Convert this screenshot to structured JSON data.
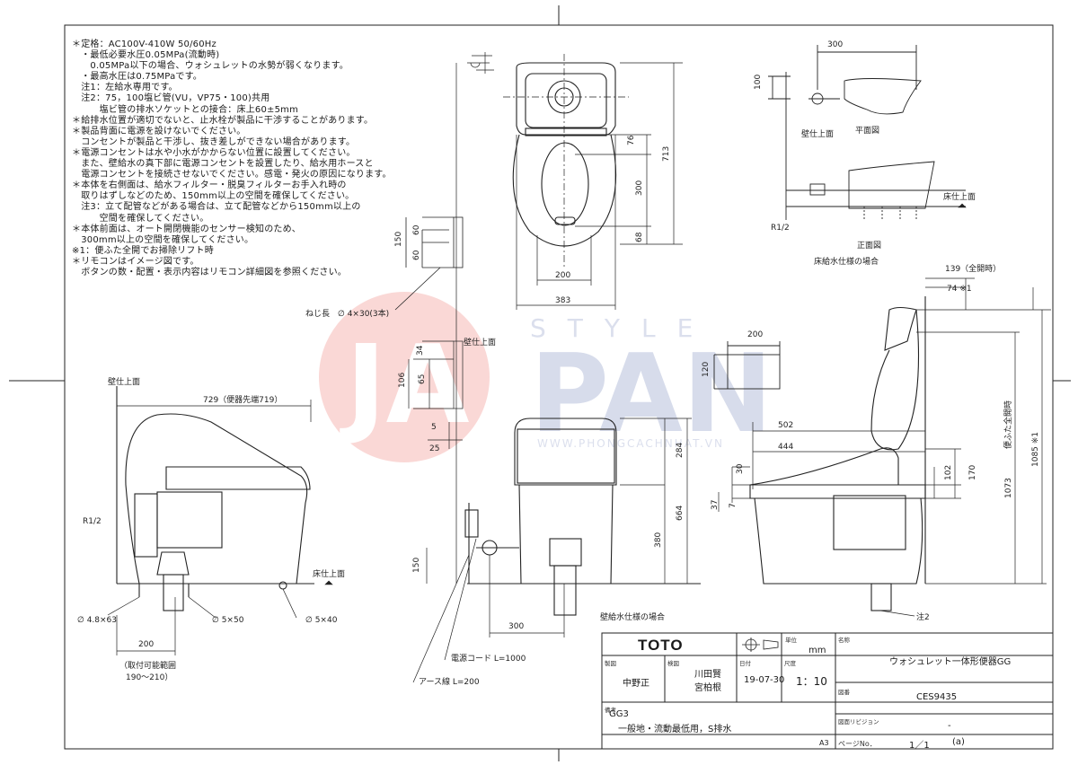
{
  "notes": [
    "＊定格：AC100V-410W 50/60Hz",
    "　・最低必要水圧0.05MPa(流動時)",
    "　　0.05MPa以下の場合、ウォシュレットの水勢が弱くなります。",
    "　・最高水圧は0.75MPaです。",
    "　注1：左給水専用です。",
    "　注2：75，100塩ビ管(VU，VP75・100)共用",
    "　　　塩ビ管の排水ソケットとの接合：床上60±5mm",
    "＊給排水位置が適切でないと、止水栓が製品に干渉することがあります。",
    "＊製品背面に電源を設けないでください。",
    "　コンセントが製品と干渉し、抜き差しができない場合があります。",
    "＊電源コンセントは水や小水がかからない位置に設置してください。",
    "　また、壁給水の真下部に電源コンセントを設置したり、給水用ホースと",
    "　電源コンセントを接続させないでください。感電・発火の原因になります。",
    "＊本体を右側面は、給水フィルター・脱臭フィルターお手入れ時の",
    "　取りはずしなどのため、150mm以上の空間を確保してください。",
    "　注3：立て配管などがある場合は、立て配管などから150mm以上の",
    "　　　空間を確保してください。",
    "＊本体前面は、オート開閉機能のセンサー検知のため、",
    "　300mm以上の空間を確保してください。",
    "※1：便ふた全開でお掃除リフト時",
    "＊リモコンはイメージ図です。",
    "　ボタンの数・配置・表示内容はリモコン詳細図を参照ください。"
  ],
  "labels": {
    "wall_finish": "壁仕上面",
    "floor_finish": "床仕上面",
    "plan_view": "平面図",
    "front_view": "正面図",
    "floor_supply_case": "床給水仕様の場合",
    "wall_supply_case": "壁給水仕様の場合",
    "screw_length": "ねじ長　∅ 4×30(3本)",
    "power_cord": "電源コード L=1000",
    "earth_wire": "アース線 L=200",
    "install_range_1": "（取付可能範囲",
    "install_range_2": "190〜210）",
    "note2_ref": "注2",
    "r12": "R1/2",
    "dia48": "∅ 4.8×63",
    "dia550": "∅ 5×50",
    "dia540": "∅ 5×40",
    "d729": "729（便器先端719）",
    "d200": "200",
    "d300": "300",
    "d383": "383",
    "d713": "713",
    "d76": "76",
    "d68": "68",
    "d150": "150",
    "d60": "60",
    "d100": "100",
    "d34": "34",
    "d106": "106",
    "d65": "65",
    "d5": "5",
    "d25": "25",
    "d284": "284",
    "d664": "664",
    "d380": "380",
    "d120": "120",
    "d139": "139（全開時）",
    "d74": "74 ※1",
    "d502": "502",
    "d444": "444",
    "d30": "30",
    "d37": "37",
    "d7": "7",
    "d102": "102",
    "d170": "170",
    "d1073": "1073",
    "d1085": "1085 ※1",
    "d_lid": "便ふた全開時"
  },
  "watermark": {
    "style": "STYLE",
    "brand": "PAN",
    "url": "WWW.PHONGCACHNHAT.VN",
    "accent": "#e6352b"
  },
  "title_block": {
    "logo": "TOTO",
    "unit_label": "単位",
    "unit": "mm",
    "name_label": "名称",
    "product_name": "ウォシュレット一体形便器GG",
    "drafter_label": "製図",
    "drafter": "中野正",
    "checker_label": "検図",
    "checker_1": "川田賢",
    "checker_2": "宮柏根",
    "date_label": "日付",
    "date": "19-07-30",
    "scale_label": "尺度",
    "scale": "1：10",
    "drawing_no_label": "図番",
    "drawing_no": "CES9435",
    "remarks_label": "備考",
    "remark_1": "GG3",
    "remark_2": "一般地・流動最低用，S排水",
    "revision_label": "図面リビジョン",
    "revision": "-",
    "page_label": "ページNo．",
    "page": "1／1",
    "page_suffix": "(a)",
    "sheet_size": "A3"
  }
}
